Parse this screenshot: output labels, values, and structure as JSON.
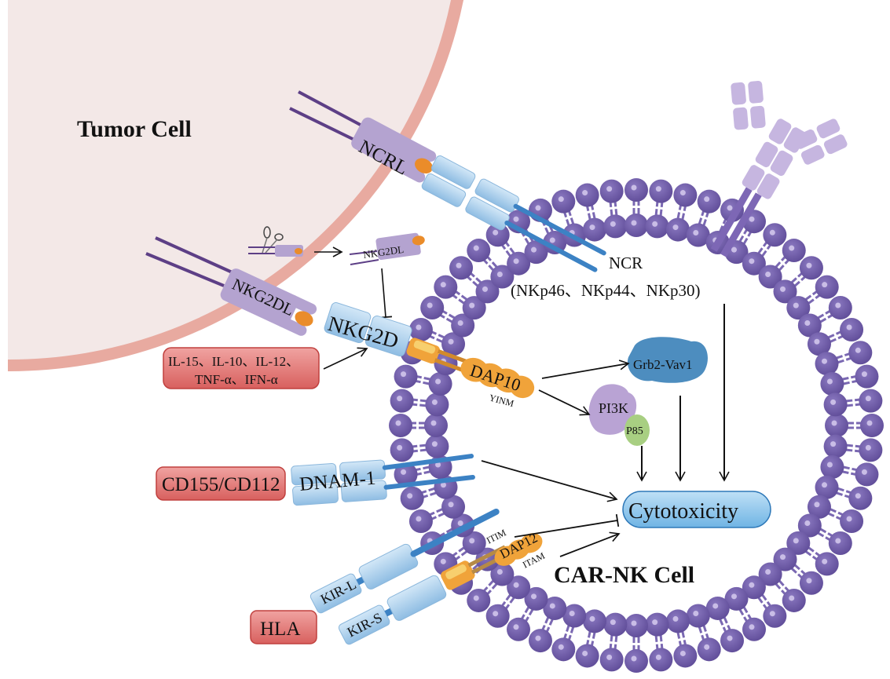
{
  "title_tumor": "Tumor Cell",
  "title_nk": "CAR-NK Cell",
  "ligands": {
    "ncrl": "NCRL",
    "nkg2dl": "NKG2DL",
    "nkg2dl_soluble": "NKG2DL"
  },
  "receptors": {
    "nkg2d": "NKG2D",
    "ncr": "NCR",
    "ncr_subtypes": "(NKp46、NKp44、NKp30)",
    "dnam1": "DNAM-1",
    "kir_l": "KIR-L",
    "kir_s": "KIR-S"
  },
  "adaptors": {
    "dap10": "DAP10",
    "dap10_motif": "YINM",
    "dap12": "DAP12",
    "itim": "ITIM",
    "itam": "ITAM"
  },
  "signaling": {
    "grb2": "Grb2-Vav1",
    "pi3k": "PI3K",
    "p85": "P85",
    "cytotoxicity": "Cytotoxicity"
  },
  "boxes": {
    "cytokines_line1": "IL-15、IL-10、IL-12、",
    "cytokines_line2": "TNF-α、IFN-α",
    "cd155": "CD155/CD112",
    "hla": "HLA"
  },
  "colors": {
    "tumor_fill": "#f3e8e7",
    "tumor_membrane": "#e8aaa0",
    "lipid": "#6f5ba8",
    "ligand_purple": "#b4a3d0",
    "receptor_blue": "#a9cdea",
    "adaptor_orange": "#f0a33a",
    "red_box": "#e07a78",
    "cytotox_fill": "#8cc6ec"
  }
}
